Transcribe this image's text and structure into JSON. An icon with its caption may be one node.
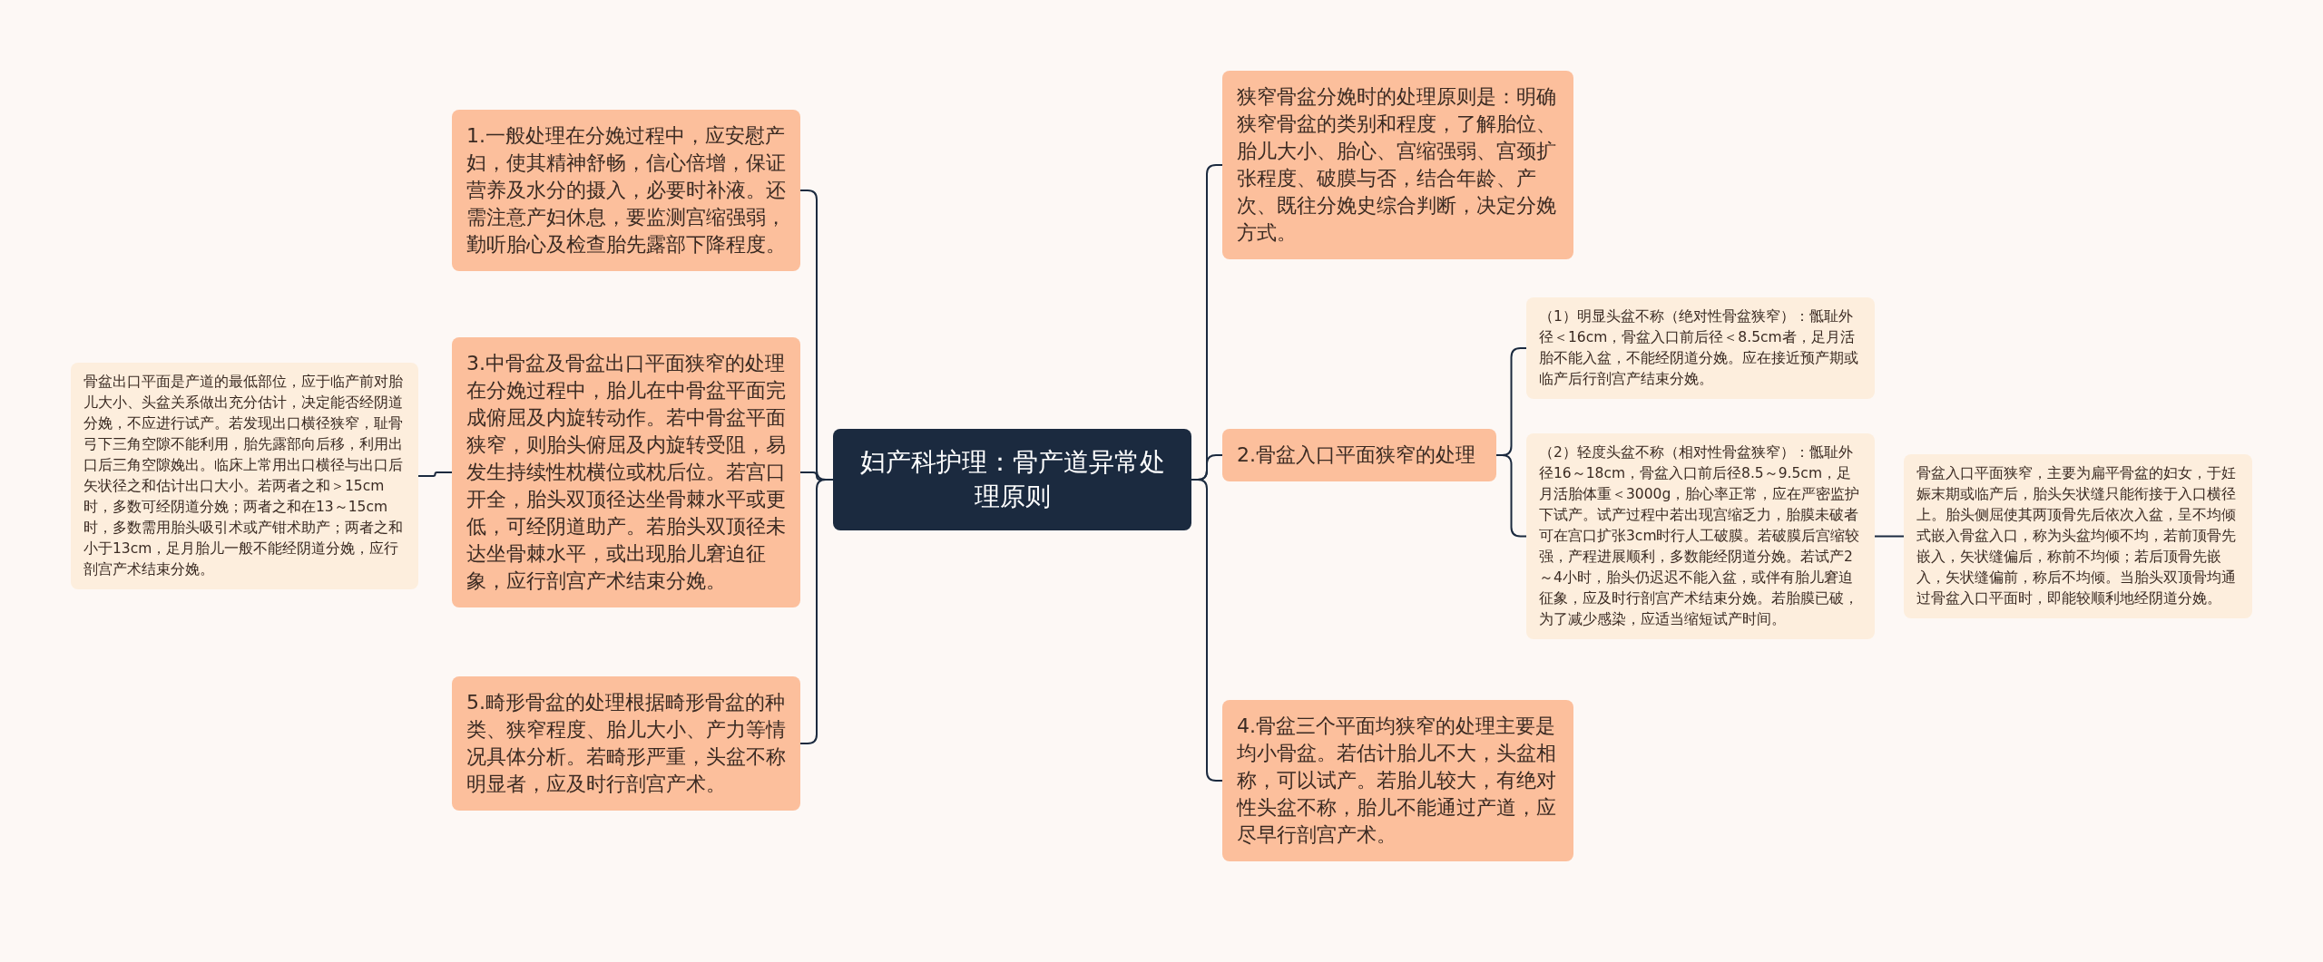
{
  "diagram": {
    "nodes": [
      {
        "text": [
          "妇产科护理：骨产道异常处理原则"
        ]
      },
      {
        "text": [
          "1.一般处理在分娩过程中，应安慰产妇，使其精神舒畅，信心倍增，保证营养及水分的摄入，必要时补液。还需注意产妇休息，要监测宫缩强弱，勤听胎心及检查胎先露部下降程度。"
        ]
      },
      {
        "text": [
          "3.中骨盆及骨盆出口平面狭窄的处理在分娩过程中，胎儿在中骨盆平面完成俯屈及内旋转动作。若中骨盆平面狭窄，则胎头俯屈及内旋转受阻，易发生持续性枕横位或枕后位。若宫口开全，胎头双顶径达坐骨棘水平或更低，可经阴道助产。若胎头双顶径未达坐骨棘水平，或出现胎儿窘迫征象，应行剖宫产术结束分娩。"
        ]
      },
      {
        "text": [
          "骨盆出口平面是产道的最低部位，应于临产前对胎儿大小、头盆关系做出充分估计，决定能否经阴道分娩，不应进行试产。若发现出口横径狭窄，耻骨弓下三角空隙不能利用，胎先露部向后移，利用出口后三角空隙娩出。临床上常用出口横径与出口后矢状径之和估计出口大小。若两者之和＞15cm时，多数可经阴道分娩；两者之和在13～15cm时，多数需用胎头吸引术或产钳术助产；两者之和小于13cm，足月胎儿一般不能经阴道分娩，应行剖宫产术结束分娩。"
        ]
      },
      {
        "text": [
          "5.畸形骨盆的处理根据畸形骨盆的种类、狭窄程度、胎儿大小、产力等情况具体分析。若畸形严重，头盆不称明显者，应及时行剖宫产术。"
        ]
      },
      {
        "text": [
          "狭窄骨盆分娩时的处理原则是：明确狭窄骨盆的类别和程度，了解胎位、胎儿大小、胎心、宫缩强弱、宫颈扩张程度、破膜与否，结合年龄、产次、既往分娩史综合判断，决定分娩方式。"
        ]
      },
      {
        "text": [
          "2.骨盆入口平面狭窄的处理"
        ]
      },
      {
        "text": [
          "（1）明显头盆不称（绝对性骨盆狭窄）：骶耻外径＜16cm，骨盆入口前后径＜8.5cm者，足月活胎不能入盆，不能经阴道分娩。应在接近预产期或临产后行剖宫产结束分娩。"
        ]
      },
      {
        "text": [
          "（2）轻度头盆不称（相对性骨盆狭窄）：骶耻外径16～18cm，骨盆入口前后径8.5～9.5cm，足月活胎体重＜3000g，胎心率正常，应在严密监护下试产。试产过程中若出现宫缩乏力，胎膜未破者可在宫口扩张3cm时行人工破膜。若破膜后宫缩较强，产程进展顺利，多数能经阴道分娩。若试产2～4小时，胎头仍迟迟不能入盆，或伴有胎儿窘迫征象，应及时行剖宫产术结束分娩。若胎膜已破，为了减少感染，应适当缩短试产时间。"
        ]
      },
      {
        "text": [
          "骨盆入口平面狭窄，主要为扁平骨盆的妇女，于妊娠末期或临产后，胎头矢状缝只能衔接于入口横径上。胎头侧屈使其两顶骨先后依次入盆，呈不均倾式嵌入骨盆入口，称为头盆均倾不均，若前顶骨先嵌入，矢状缝偏后，称前不均倾；若后顶骨先嵌入，矢状缝偏前，称后不均倾。当胎头双顶骨均通过骨盆入口平面时，即能较顺利地经阴道分娩。"
        ]
      },
      {
        "text": [
          "4.骨盆三个平面均狭窄的处理主要是均小骨盆。若估计胎儿不大，头盆相称，可以试产。若胎儿较大，有绝对性头盆不称，胎儿不能通过产道，应尽早行剖宫产术。"
        ]
      }
    ],
    "edges": [
      {
        "from": 0,
        "to": 1,
        "arrow": "none"
      },
      {
        "from": 0,
        "to": 2,
        "arrow": "none"
      },
      {
        "from": 2,
        "to": 3,
        "arrow": "none"
      },
      {
        "from": 0,
        "to": 4,
        "arrow": "none"
      },
      {
        "from": 0,
        "to": 5,
        "arrow": "none"
      },
      {
        "from": 0,
        "to": 6,
        "arrow": "none"
      },
      {
        "from": 6,
        "to": 7,
        "arrow": "none"
      },
      {
        "from": 6,
        "to": 8,
        "arrow": "none"
      },
      {
        "from": 8,
        "to": 9,
        "arrow": "none"
      },
      {
        "from": 0,
        "to": 10,
        "arrow": "none"
      }
    ]
  }
}
